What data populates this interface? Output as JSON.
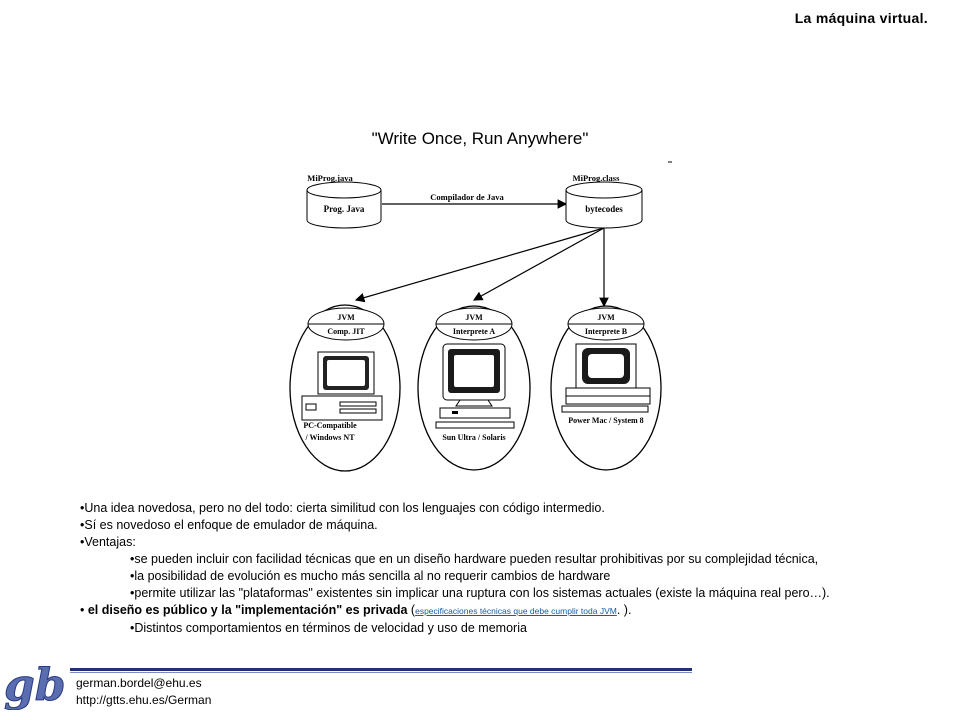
{
  "header": {
    "title": "La máquina virtual."
  },
  "slide": {
    "title": "\"Write Once, Run Anywhere\""
  },
  "diagram": {
    "source_file": "MiProg.java",
    "source_box": "Prog. Java",
    "compiler_label": "Compilador de Java",
    "class_file": "MiProg.class",
    "class_box": "bytecodes",
    "machines": [
      {
        "vm": "JVM",
        "engine": "Comp. JIT",
        "platform_line1": "PC-Compatible",
        "platform_line2": "/ Windows NT"
      },
      {
        "vm": "JVM",
        "engine": "Interprete A",
        "platform_line1": "Sun Ultra / Solaris",
        "platform_line2": ""
      },
      {
        "vm": "JVM",
        "engine": "Interprete B",
        "platform_line1": "Power Mac / System 8",
        "platform_line2": ""
      }
    ]
  },
  "bullets": {
    "b1": "•Una idea novedosa, pero no del todo: cierta similitud con los lenguajes con código intermedio.",
    "b2": "•Sí es novedoso el enfoque de emulador de máquina.",
    "b3": "•Ventajas:",
    "b3_1": "•se pueden incluir con facilidad técnicas que en un diseño hardware pueden resultar prohibitivas por su complejidad técnica,",
    "b3_2": "•la posibilidad de evolución es mucho más sencilla al no requerir cambios de hardware",
    "b3_3": "•permite utilizar las \"plataformas\" existentes sin implicar una ruptura con los sistemas actuales (existe la máquina real pero…).",
    "b4_prefix": "• ",
    "b4_bold": "el diseño es público y la \"implementación\" es privada",
    "b4_open": " (",
    "b4_link": "especificaciones técnicas que debe cumplir toda JVM",
    "b4_close": ". ).",
    "b4_1": "•Distintos comportamientos en términos de velocidad y uso de memoria"
  },
  "footer": {
    "email": "german.bordel@ehu.es",
    "url": "http://gtts.ehu.es/German",
    "logo_text": "gb"
  }
}
